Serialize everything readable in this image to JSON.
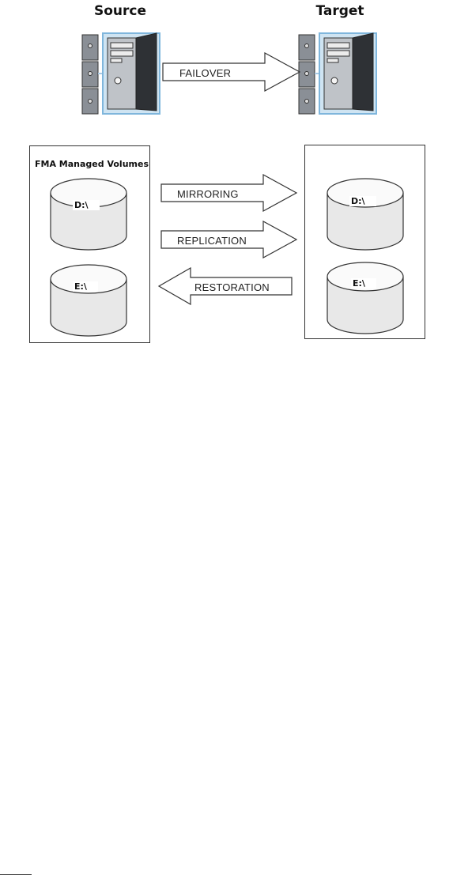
{
  "headings": {
    "source": "Source",
    "target": "Target"
  },
  "arrows": {
    "failover": "FAILOVER",
    "mirroring": "MIRRORING",
    "replication": "REPLICATION",
    "restoration": "RESTORATION"
  },
  "source_panel": {
    "title": "FMA Managed Volumes",
    "disks": [
      "D:\\",
      "E:\\"
    ]
  },
  "target_panel": {
    "disks": [
      "D:\\",
      "E:\\"
    ]
  },
  "icons": [
    "server-tower-icon",
    "disk-drive-icon"
  ]
}
